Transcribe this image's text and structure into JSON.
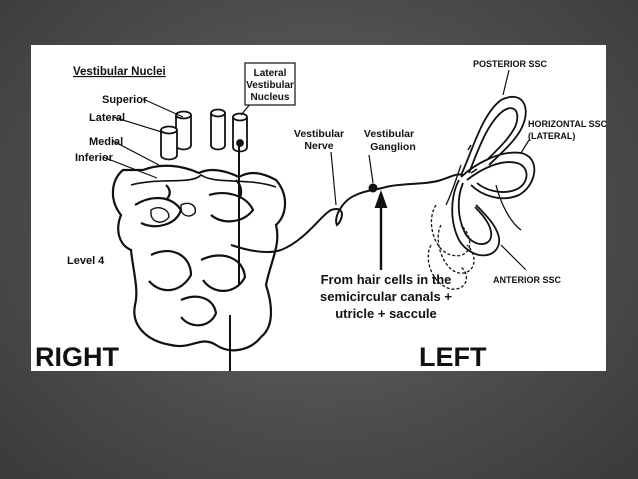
{
  "labels": {
    "vestibular_nuclei": "Vestibular Nuclei",
    "superior": "Superior",
    "lateral": "Lateral",
    "medial": "Medial",
    "inferior": "Inferior",
    "lateral_vestibular_nucleus_line1": "Lateral",
    "lateral_vestibular_nucleus_line2": "Vestibular",
    "lateral_vestibular_nucleus_line3": "Nucleus",
    "vestibular_nerve_line1": "Vestibular",
    "vestibular_nerve_line2": "Nerve",
    "vestibular_ganglion_line1": "Vestibular",
    "vestibular_ganglion_line2": "Ganglion",
    "posterior_ssc": "POSTERIOR SSC",
    "horizontal_ssc_line1": "HORIZONTAL SSC",
    "horizontal_ssc_line2": "(LATERAL)",
    "anterior_ssc": "ANTERIOR SSC",
    "level": "Level 4",
    "hair_cells_line1": "From hair cells in the",
    "hair_cells_line2": "semicircular canals +",
    "hair_cells_line3": "utricle + saccule",
    "right": "RIGHT",
    "left": "LEFT"
  },
  "colors": {
    "background": "#4d4d4d",
    "panel": "#ffffff",
    "ink": "#111111"
  }
}
